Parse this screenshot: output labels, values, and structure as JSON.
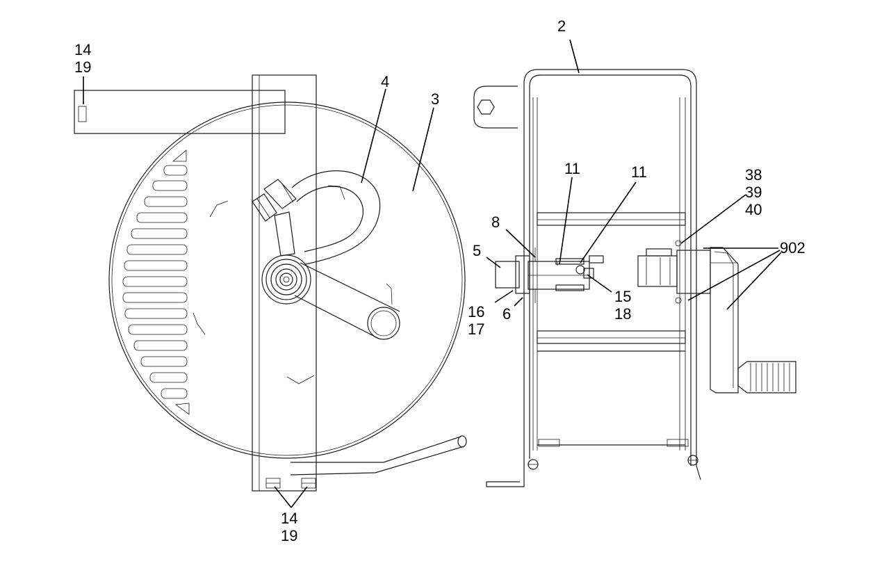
{
  "labels": {
    "l14a": "14",
    "l19a": "19",
    "l4": "4",
    "l3": "3",
    "l2": "2",
    "l11a": "11",
    "l11b": "11",
    "l8": "8",
    "l5": "5",
    "l16": "16",
    "l17": "17",
    "l6": "6",
    "l15": "15",
    "l18": "18",
    "l38": "38",
    "l39": "39",
    "l40": "40",
    "l902": "902",
    "l14b": "14",
    "l19b": "19"
  }
}
